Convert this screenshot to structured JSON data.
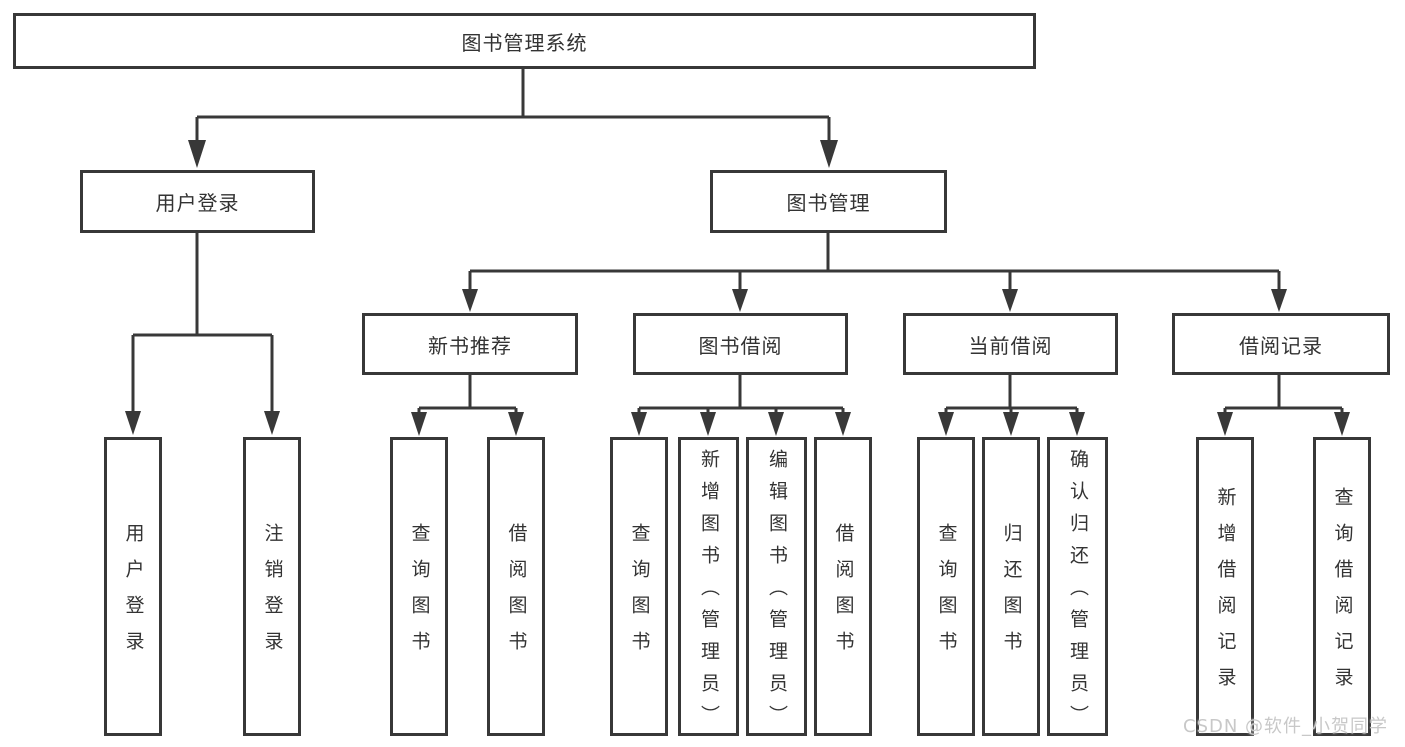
{
  "diagram": {
    "root": {
      "label": "图书管理系统"
    },
    "level1": [
      {
        "label": "用户登录",
        "leaves": [
          "用户登录",
          "注销登录"
        ]
      },
      {
        "label": "图书管理"
      }
    ],
    "level2": [
      {
        "label": "新书推荐",
        "leaves": [
          "查询图书",
          "借阅图书"
        ]
      },
      {
        "label": "图书借阅",
        "leaves": [
          "查询图书",
          "新增图书（管理员）",
          "编辑图书（管理员）",
          "借阅图书"
        ]
      },
      {
        "label": "当前借阅",
        "leaves": [
          "查询图书",
          "归还图书",
          "确认归还（管理员）"
        ]
      },
      {
        "label": "借阅记录",
        "leaves": [
          "新增借阅记录",
          "查询借阅记录"
        ]
      }
    ],
    "colors": {
      "line": "#383838",
      "text": "#333333",
      "box_fill": "#ffffff",
      "background": "#ffffff",
      "watermark": "#c8c8c8"
    },
    "watermark": "CSDN @软件_小贺同学"
  }
}
